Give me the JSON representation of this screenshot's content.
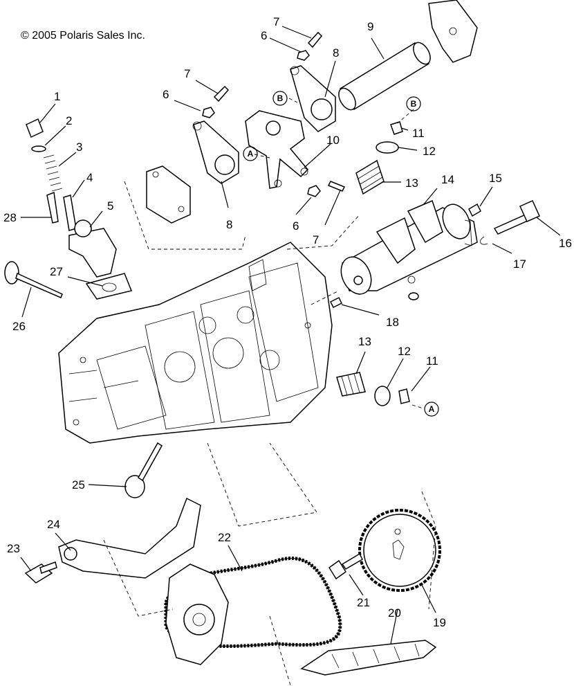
{
  "copyright": "© 2005 Polaris Sales Inc.",
  "labels": [
    {
      "id": "1",
      "text": "1"
    },
    {
      "id": "2",
      "text": "2"
    },
    {
      "id": "3",
      "text": "3"
    },
    {
      "id": "4",
      "text": "4"
    },
    {
      "id": "5",
      "text": "5"
    },
    {
      "id": "6a",
      "text": "6"
    },
    {
      "id": "6b",
      "text": "6"
    },
    {
      "id": "6c",
      "text": "6"
    },
    {
      "id": "7a",
      "text": "7"
    },
    {
      "id": "7b",
      "text": "7"
    },
    {
      "id": "7c",
      "text": "7"
    },
    {
      "id": "8a",
      "text": "8"
    },
    {
      "id": "8b",
      "text": "8"
    },
    {
      "id": "9",
      "text": "9"
    },
    {
      "id": "10",
      "text": "10"
    },
    {
      "id": "11a",
      "text": "11"
    },
    {
      "id": "11b",
      "text": "11"
    },
    {
      "id": "12a",
      "text": "12"
    },
    {
      "id": "12b",
      "text": "12"
    },
    {
      "id": "13a",
      "text": "13"
    },
    {
      "id": "13b",
      "text": "13"
    },
    {
      "id": "14",
      "text": "14"
    },
    {
      "id": "15",
      "text": "15"
    },
    {
      "id": "16",
      "text": "16"
    },
    {
      "id": "17",
      "text": "17"
    },
    {
      "id": "18",
      "text": "18"
    },
    {
      "id": "19",
      "text": "19"
    },
    {
      "id": "20",
      "text": "20"
    },
    {
      "id": "21",
      "text": "21"
    },
    {
      "id": "22",
      "text": "22"
    },
    {
      "id": "23",
      "text": "23"
    },
    {
      "id": "24",
      "text": "24"
    },
    {
      "id": "25",
      "text": "25"
    },
    {
      "id": "26",
      "text": "26"
    },
    {
      "id": "27",
      "text": "27"
    },
    {
      "id": "28",
      "text": "28"
    }
  ],
  "refs": [
    {
      "id": "A1",
      "text": "A"
    },
    {
      "id": "A2",
      "text": "A"
    },
    {
      "id": "B1",
      "text": "B"
    },
    {
      "id": "B2",
      "text": "B"
    }
  ]
}
